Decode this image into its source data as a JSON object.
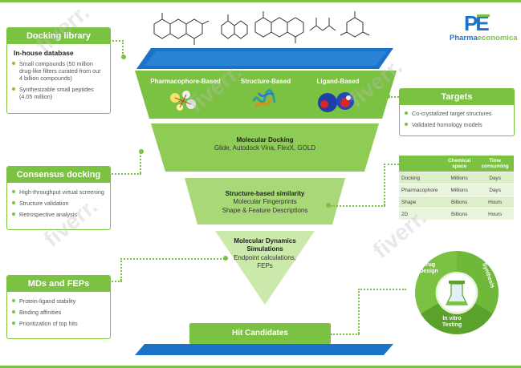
{
  "logo": {
    "mark": "PE",
    "brand_a": "Pharma",
    "brand_b": "economica"
  },
  "docking_library": {
    "title": "Docking library",
    "subtitle": "In-house database",
    "items": [
      "Small compounds (50 million drug-like filters curated from our 4 billion compounds)",
      "Synthesizable small peptides (4.05 million)"
    ]
  },
  "consensus": {
    "title": "Consensus docking",
    "items": [
      "High-throughput virtual screening",
      "Structure validation",
      "Retrospective analysis"
    ]
  },
  "mds": {
    "title": "MDs and FEPs",
    "items": [
      "Protein-ligand stability",
      "Binding affinities",
      "Prioritization of top hits"
    ]
  },
  "targets": {
    "title": "Targets",
    "items": [
      "Co-crystalized target structures",
      "Validated homology models"
    ]
  },
  "funnel": {
    "approaches": [
      "Pharmacophore-Based",
      "Structure-Based",
      "Ligand-Based"
    ],
    "docking_title": "Molecular Docking",
    "docking_tools": "Glide, Autodock Vina, FlexX, GOLD",
    "similarity_title": "Structure-based similarity",
    "similarity_line1": "Molecular Fingerprints",
    "similarity_line2": "Shape & Feature Descriptions",
    "md_title": "Molecular Dynamics Simulations",
    "md_line1": "Endpoint calculations,",
    "md_line2": "FEPs",
    "hit": "Hit Candidates"
  },
  "table": {
    "headers": [
      "",
      "Chemical space",
      "Time consuming"
    ],
    "rows": [
      [
        "Docking",
        "Millions",
        "Days"
      ],
      [
        "Pharmacophore",
        "Millions",
        "Days"
      ],
      [
        "Shape",
        "Billions",
        "Hours"
      ],
      [
        "2D",
        "Billions",
        "Hours"
      ]
    ]
  },
  "cycle": {
    "stages": [
      "Drug Design",
      "Synthesis",
      "In vitro Testing"
    ]
  },
  "watermark": "fiverr.",
  "colors": {
    "green": "#7cc242",
    "light_green": "#b9df8f",
    "blue": "#1a73c8"
  }
}
